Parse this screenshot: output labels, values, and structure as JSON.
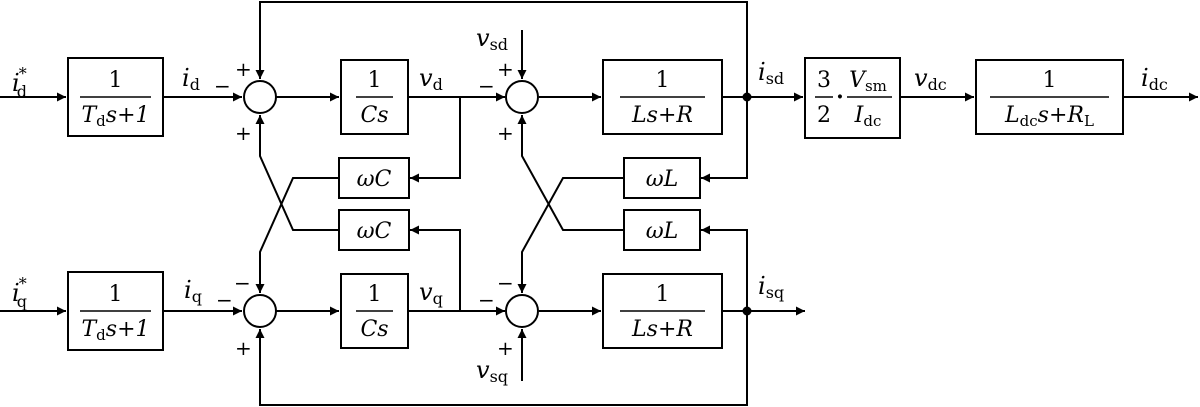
{
  "signals": {
    "id_ref": {
      "sym": "i",
      "sub": "d",
      "sup": "*"
    },
    "iq_ref": {
      "sym": "i",
      "sub": "q",
      "sup": "*"
    },
    "id": {
      "sym": "i",
      "sub": "d"
    },
    "iq": {
      "sym": "i",
      "sub": "q"
    },
    "vd": {
      "sym": "v",
      "sub": "d"
    },
    "vq": {
      "sym": "v",
      "sub": "q"
    },
    "vsd": {
      "sym": "v",
      "sub": "sd"
    },
    "vsq": {
      "sym": "v",
      "sub": "sq"
    },
    "isd": {
      "sym": "i",
      "sub": "sd"
    },
    "isq": {
      "sym": "i",
      "sub": "sq"
    },
    "vdc": {
      "sym": "v",
      "sub": "dc"
    },
    "idc": {
      "sym": "i",
      "sub": "dc"
    }
  },
  "blocks": {
    "filter_d": {
      "num": "1",
      "den_a": "T",
      "den_a_sub": "d",
      "den_b": "s+1"
    },
    "filter_q": {
      "num": "1",
      "den_a": "T",
      "den_a_sub": "d",
      "den_b": "s+1"
    },
    "cap_d": {
      "num": "1",
      "den": "Cs"
    },
    "cap_q": {
      "num": "1",
      "den": "Cs"
    },
    "ind_d": {
      "num": "1",
      "den": "Ls+R"
    },
    "ind_q": {
      "num": "1",
      "den": "Ls+R"
    },
    "wc_top": "ωC",
    "wc_bottom": "ωC",
    "wl_top": "ωL",
    "wl_bottom": "ωL",
    "gain": {
      "num_a": "3",
      "den_a": "2",
      "dot": "·",
      "num_b": "V",
      "num_b_sub": "sm",
      "den_b": "I",
      "den_b_sub": "dc"
    },
    "dc_load": {
      "num": "1",
      "den_a": "L",
      "den_a_sub": "dc",
      "den_b": "s+R",
      "den_c_sub": "L"
    }
  },
  "signs": {
    "plus": "+",
    "minus": "−"
  }
}
